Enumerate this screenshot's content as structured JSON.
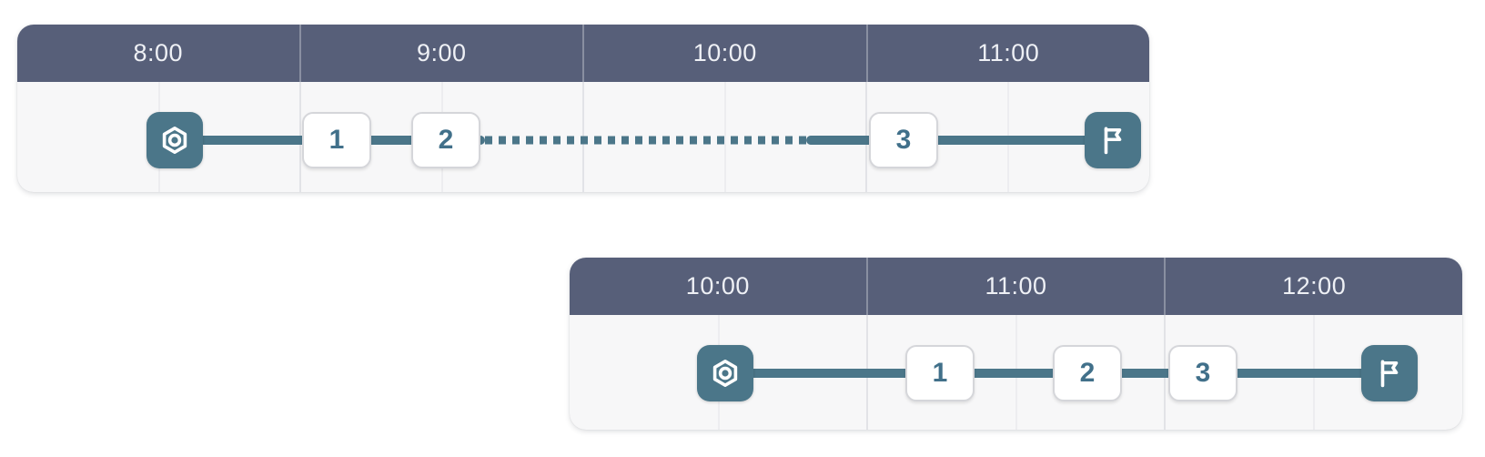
{
  "colors": {
    "accent_teal": "#4b7689",
    "header_slate": "#575f79",
    "body_background": "#f7f7f8",
    "step_text": "#41708a"
  },
  "timelines": [
    {
      "name": "schedule-timeline-1",
      "hours": [
        "8:00",
        "9:00",
        "10:00",
        "11:00"
      ],
      "start_icon": "hex-nut-icon",
      "end_icon": "flag-icon",
      "steps": [
        "1",
        "2",
        "3"
      ]
    },
    {
      "name": "schedule-timeline-2",
      "hours": [
        "10:00",
        "11:00",
        "12:00"
      ],
      "start_icon": "hex-nut-icon",
      "end_icon": "flag-icon",
      "steps": [
        "1",
        "2",
        "3"
      ]
    }
  ]
}
